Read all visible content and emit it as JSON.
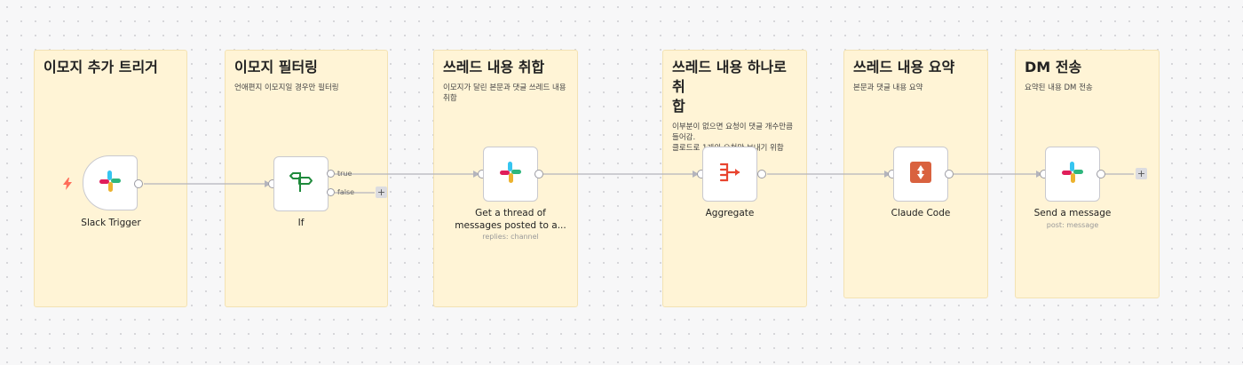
{
  "stickies": [
    {
      "title": "이모지 추가 트리거",
      "desc": ""
    },
    {
      "title": "이모지 필터링",
      "desc": "언애편지 이모지일 경우만 필터링"
    },
    {
      "title": "쓰레드 내용 취합",
      "desc": "이모지가 달린 본문과 댓글 쓰레드 내용\n취합"
    },
    {
      "title": "쓰레드 내용 하나로 취\n합",
      "desc": "이부분이 없으면 요청이 댓글 개수만큼\n들어감.\n클로드로 1개의 요청만 보내기 위함"
    },
    {
      "title": "쓰레드 내용 요약",
      "desc": "본문과 댓글 내용 요약"
    },
    {
      "title": "DM 전송",
      "desc": "요약된 내용 DM 전송"
    }
  ],
  "nodes": [
    {
      "name": "Slack Trigger",
      "icon": "slack-icon"
    },
    {
      "name": "If",
      "icon": "signpost-icon"
    },
    {
      "name": "Get a thread of\nmessages posted to a...",
      "sub": "replies: channel",
      "icon": "slack-icon"
    },
    {
      "name": "Aggregate",
      "icon": "aggregate-icon"
    },
    {
      "name": "Claude Code",
      "icon": "claude-code-icon"
    },
    {
      "name": "Send a message",
      "sub": "post: message",
      "icon": "slack-icon"
    }
  ],
  "branches": {
    "true_label": "true",
    "false_label": "false"
  },
  "add_button": "+",
  "trigger_badge_icon": "lightning-icon",
  "colors": {
    "sticky_bg": "#fff4d6",
    "edge": "#b4b4bc",
    "slack_blue": "#36c5f0",
    "slack_green": "#2eb67d",
    "slack_yellow": "#ecb22e",
    "slack_red": "#e01e5a",
    "if_green": "#1f8a3c",
    "aggregate_red": "#e8442f",
    "claude_orange": "#d9623f",
    "trigger_orange": "#ff6d5a"
  }
}
